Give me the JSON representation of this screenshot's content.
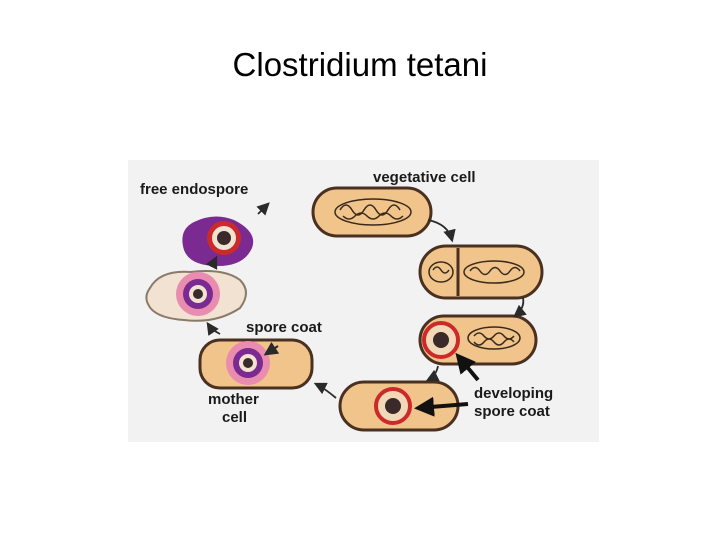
{
  "slide": {
    "title": "Clostridium tetani"
  },
  "diagram": {
    "labels": {
      "free_endospore": "free endospore",
      "vegetative_cell": "vegetative cell",
      "spore_coat": "spore coat",
      "mother_cell_line1": "mother",
      "mother_cell_line2": "cell",
      "developing_line1": "developing",
      "developing_line2": "spore coat"
    },
    "colors": {
      "panel_background": "#f2f2f2",
      "cell_fill": "#f0c48a",
      "cell_outline": "#4a3020",
      "spore_coat_red": "#cc2a2a",
      "spore_purple": "#7a2a90",
      "spore_halo": "#e98cb0",
      "pale_cell": "#f1e2d2"
    }
  }
}
